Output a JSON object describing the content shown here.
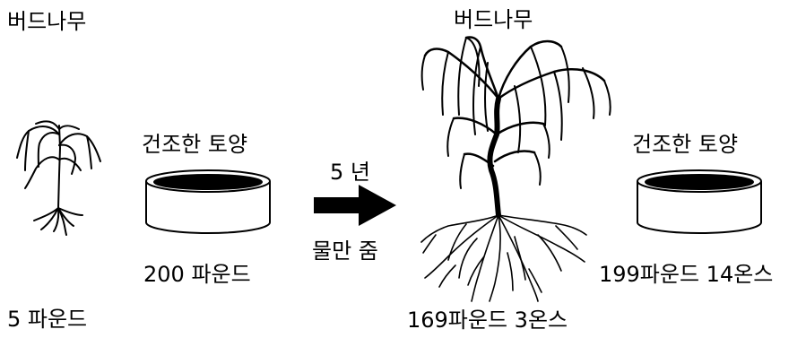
{
  "labels": {
    "left_tree_title": "버드나무",
    "right_tree_title": "버드나무",
    "left_soil_label": "건조한 토양",
    "right_soil_label": "건조한 토양",
    "arrow_top": "5 년",
    "arrow_bottom": "물만 줌",
    "left_soil_weight": "200 파운드",
    "right_soil_weight": "199파운드 14온스",
    "left_tree_weight": "5 파운드",
    "right_tree_weight": "169파운드 3온스"
  },
  "colors": {
    "ink": "#000000",
    "background": "#ffffff"
  }
}
